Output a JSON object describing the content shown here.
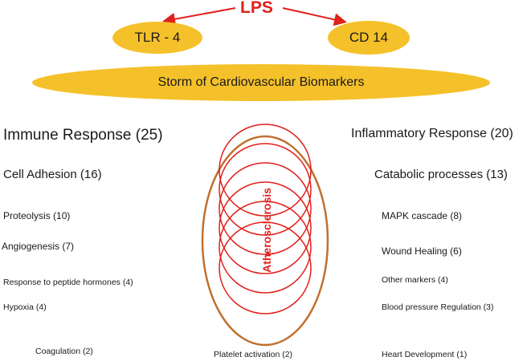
{
  "top": {
    "lps": "LPS",
    "tlr4": "TLR - 4",
    "cd14": "CD 14",
    "storm": "Storm of Cardiovascular Biomarkers"
  },
  "left": {
    "immune": "Immune Response (25)",
    "cell_adhesion": "Cell Adhesion (16)",
    "proteolysis": "Proteolysis (10)",
    "angiogenesis": "Angiogenesis (7)",
    "peptide_hormones": "Response to peptide hormones (4)",
    "hypoxia": "Hypoxia (4)",
    "coagulation": "Coagulation (2)"
  },
  "center": {
    "atherosclerosis": "Atherosclerosis",
    "platelet": "Platelet activation (2)"
  },
  "right": {
    "inflammatory": "Inflammatory Response (20)",
    "catabolic": "Catabolic processes (13)",
    "mapk": "MAPK cascade (8)",
    "wound": "Wound Healing (6)",
    "other": "Other markers (4)",
    "bp": "Blood pressure Regulation (3)",
    "heart": "Heart Development (1)"
  },
  "colors": {
    "red": "#e0201b",
    "yellow": "#f5c12a",
    "brown": "#c0702e"
  }
}
